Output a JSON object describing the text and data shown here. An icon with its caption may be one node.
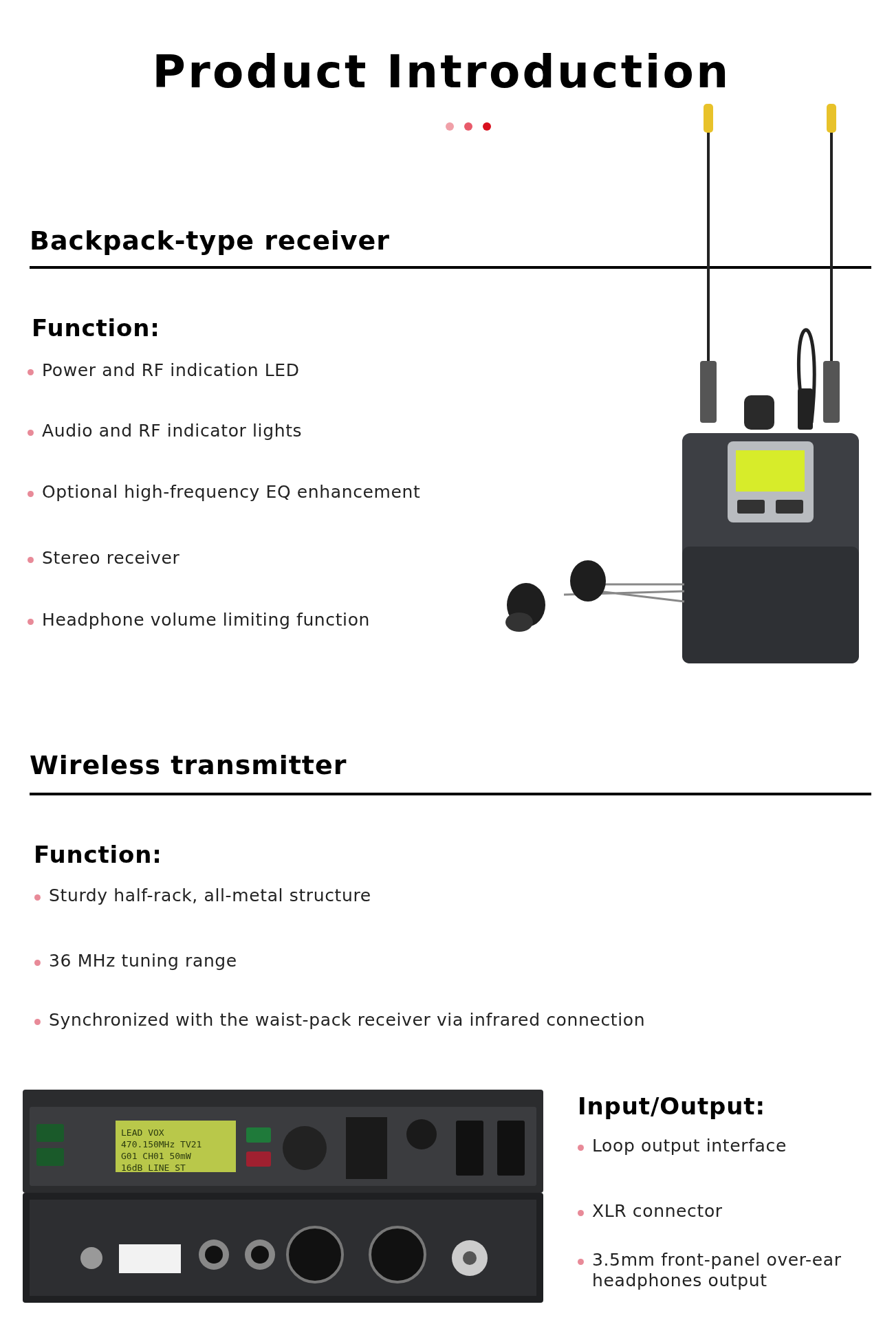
{
  "diagram": {
    "title": "Product Introduction",
    "labels": [
      "Backpack-type receiver",
      "Function:",
      "Power and RF indication LED",
      "Audio and RF indicator lights",
      "Optional high-frequency EQ enhancement",
      "Stereo receiver",
      "Headphone volume limiting function",
      "Wireless transmitter",
      "Function:",
      "Sturdy half-rack, all-metal structure",
      "36 MHz tuning range",
      "Synchronized with the waist-pack receiver via infrared connection",
      "Input/Output:",
      "Loop output interface",
      "XLR connector",
      "3.5mm front-panel over-ear headphones output",
      "LEAD VOX",
      "470.150MHz TV21",
      "G01 CH01 50mW",
      "16dB LINE ST"
    ]
  }
}
